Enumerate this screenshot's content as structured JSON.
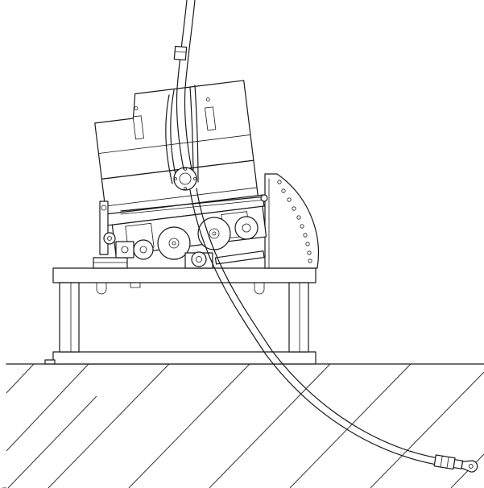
{
  "drawing": {
    "colors": {
      "line": "#1a1a1a",
      "background": "#ffffff"
    },
    "components": [
      "ground-section",
      "base-frame",
      "tilted-tracked-feeder",
      "tilt-angle-quadrant",
      "guide-arch",
      "flexible-pipe",
      "pipe-end-connector"
    ]
  }
}
